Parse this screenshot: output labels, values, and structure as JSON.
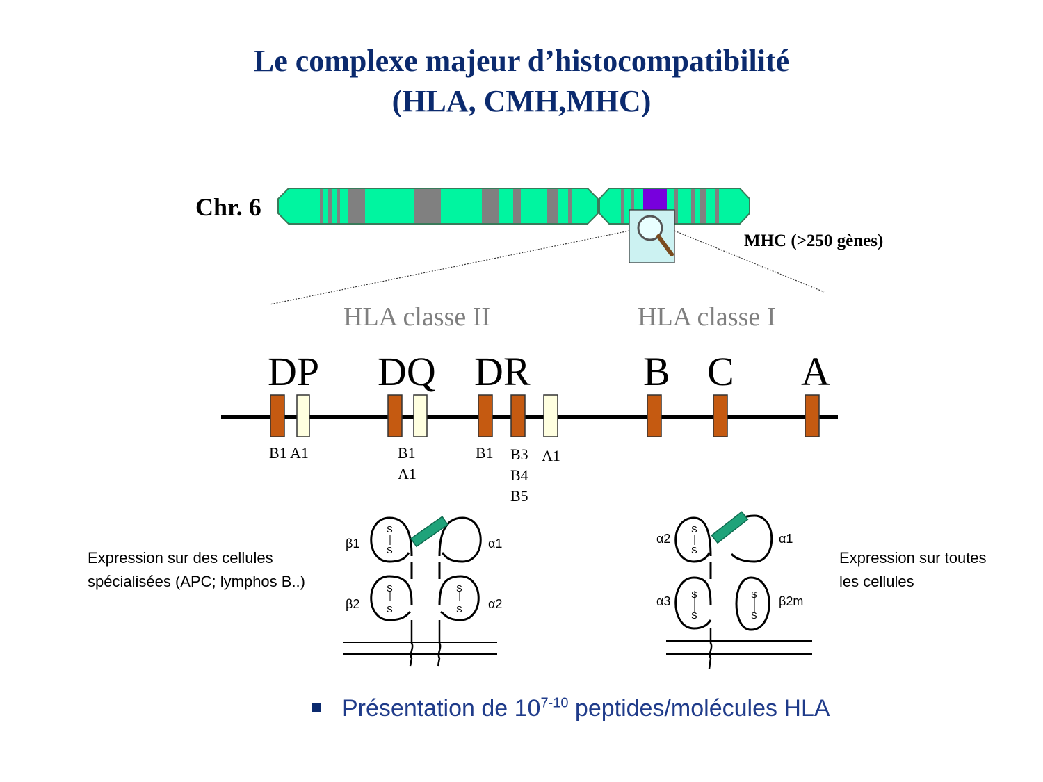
{
  "title": {
    "line1": "Le complexe majeur d’histocompatibilité",
    "line2": "(HLA, CMH,MHC)"
  },
  "chromosome": {
    "label": "Chr. 6",
    "mhc_label": "MHC (>250 gènes)",
    "colors": {
      "body": "#00f5a0",
      "band": "#808080",
      "mhc_band": "#7700dd",
      "outline": "#3a7a5a"
    }
  },
  "classes": {
    "class2": "HLA classe II",
    "class1": "HLA classe I"
  },
  "loci": {
    "dp": "DP",
    "dq": "DQ",
    "dr": "DR",
    "b": "B",
    "c": "C",
    "a": "A"
  },
  "alleles": {
    "dp": "B1 A1",
    "dq_b1": "B1",
    "dq_a1": "A1",
    "dr_b1": "B1",
    "dr_b3": "B3",
    "dr_b4": "B4",
    "dr_b5": "B5",
    "dr_a1": "A1"
  },
  "gene_colors": {
    "beta": "#c55a11",
    "alpha": "#ffffe0"
  },
  "molecule_class2": {
    "domains": [
      "β1",
      "α1",
      "β2",
      "α2"
    ],
    "disulfide": "S"
  },
  "molecule_class1": {
    "domains": [
      "α2",
      "α1",
      "α3",
      "β2m"
    ],
    "disulfide": "S"
  },
  "expression": {
    "class2_line1": "Expression sur des cellules",
    "class2_line2": "spécialisées (APC; lymphos B..)",
    "class1_line1": "Expression sur toutes",
    "class1_line2": "les cellules"
  },
  "bullet": {
    "prefix": "Présentation de 10",
    "exponent": "7-10",
    "suffix": " peptides/molécules HLA"
  }
}
